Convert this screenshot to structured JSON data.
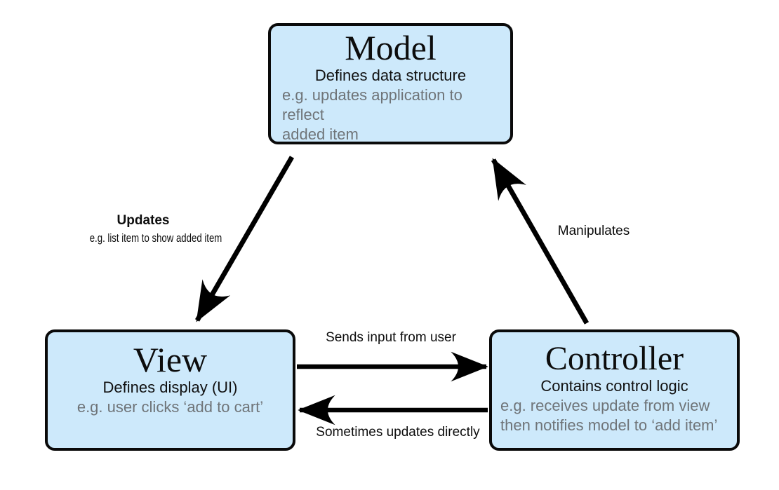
{
  "diagram": {
    "title": "MVC pattern diagram",
    "colors": {
      "background": "#ffffff",
      "node_fill": "#cde9fb",
      "node_border": "#0a0a0a",
      "example_text": "#6f7478",
      "arrow": "#000000"
    },
    "nodes": {
      "model": {
        "title": "Model",
        "subtitle": "Defines data structure",
        "example": [
          "e.g. updates application to reflect",
          "added item"
        ]
      },
      "view": {
        "title": "View",
        "subtitle": "Defines display (UI)",
        "example": [
          "e.g. user clicks ‘add to cart’"
        ]
      },
      "controller": {
        "title": "Controller",
        "subtitle": "Contains control logic",
        "example": [
          "e.g. receives update from view",
          "then notifies model to ‘add item’"
        ]
      }
    },
    "edges": {
      "model_to_view": {
        "label": "Updates",
        "sublabel": "e.g. list item to show added item",
        "from": "Model",
        "to": "View"
      },
      "controller_to_model": {
        "label": "Manipulates",
        "from": "Controller",
        "to": "Model"
      },
      "view_to_controller": {
        "label": "Sends input from user",
        "from": "View",
        "to": "Controller"
      },
      "controller_to_view": {
        "label": "Sometimes updates directly",
        "from": "Controller",
        "to": "View"
      }
    }
  }
}
